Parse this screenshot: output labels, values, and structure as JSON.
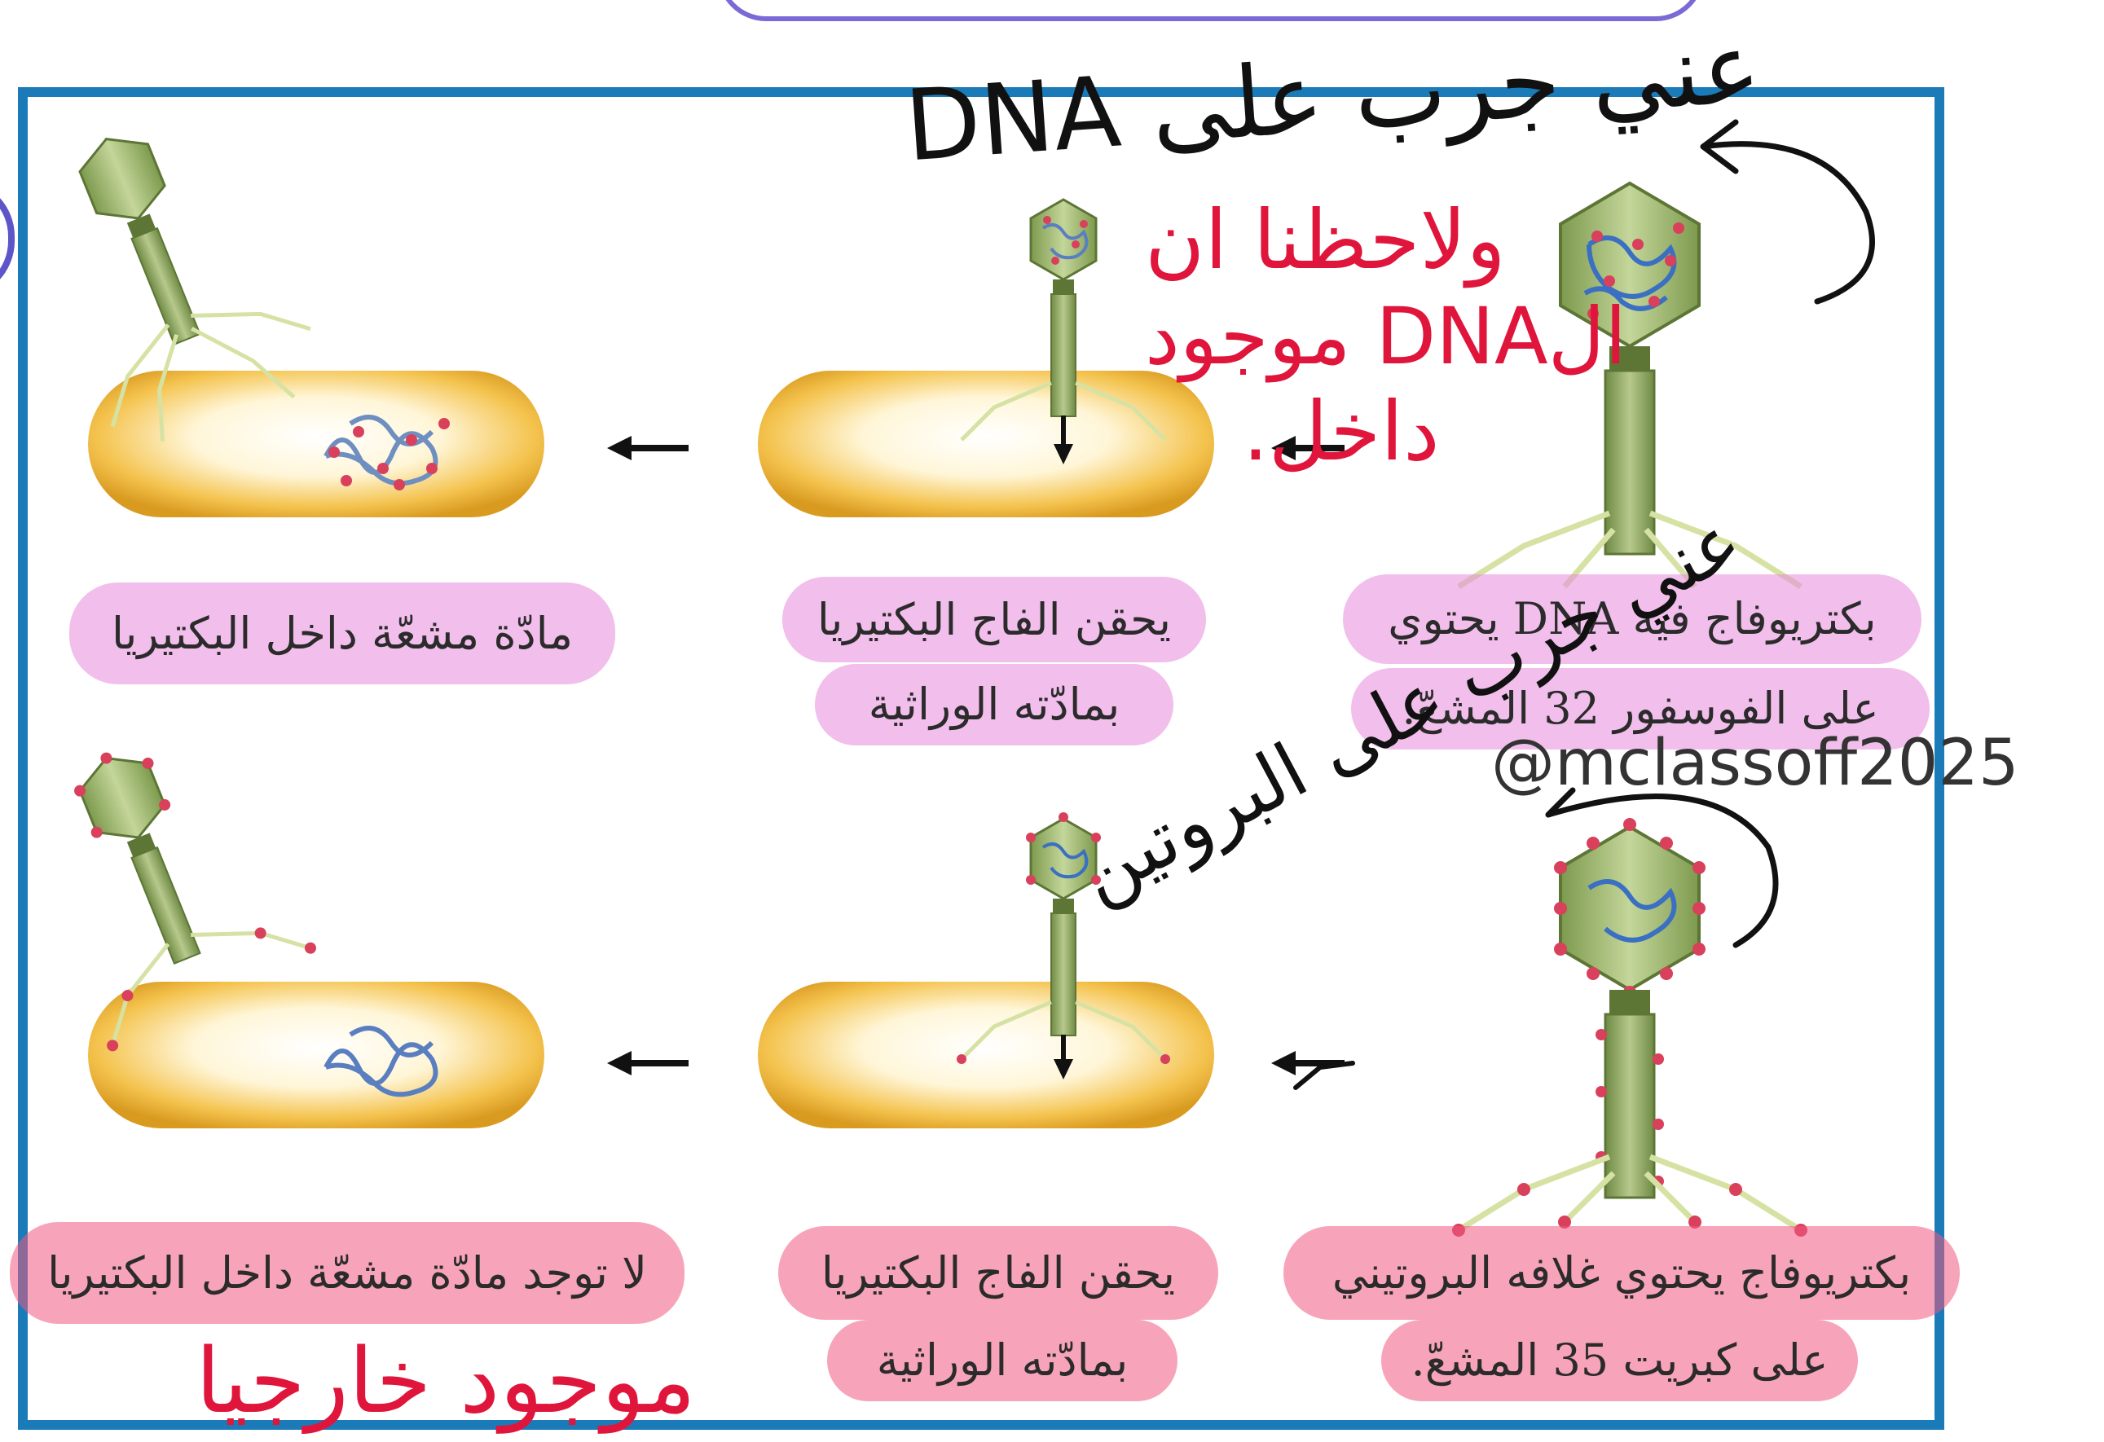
{
  "labels": {
    "top_right": "بكتريوفاج فيه DNA يحتوي",
    "top_right_2": "على الفوسفور 32 المشعّ.",
    "top_middle": "يحقن الفاج البكتيريا",
    "top_middle_2": "بمادّته الوراثية",
    "top_left": "مادّة مشعّة داخل البكتيريا",
    "bottom_right": "بكتريوفاج يحتوي غلافه البروتيني",
    "bottom_right_2": "على كبريت 35 المشعّ.",
    "bottom_middle": "يحقن الفاج البكتيريا",
    "bottom_middle_2": "بمادّته الوراثية",
    "bottom_left": "لا توجد مادّة مشعّة داخل البكتيريا"
  },
  "annotations": {
    "note_dna": "عني جرب على DNA",
    "note_red": "ولاحظنا ان",
    "note_red_2": "الDNA موجود",
    "note_red_3": "داخل.",
    "note_protein": "عني جرب على البروتين",
    "note_bottom": "موجود خارجيا"
  },
  "watermark": "@mclassoff2025",
  "colors": {
    "frame": "#1a7bb8",
    "highlight_pink": "#e888dc",
    "highlight_red": "#f05a82",
    "annotation_red": "#e0153c",
    "bacterium": "#f2c04a",
    "phage": "#8ea55c"
  }
}
